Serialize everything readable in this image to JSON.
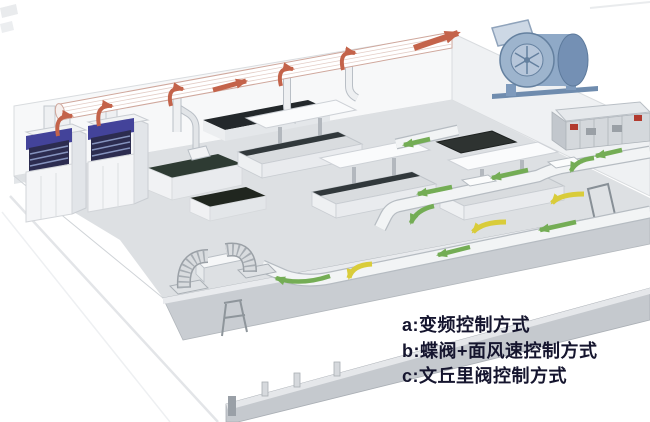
{
  "diagram": {
    "title_visible": false,
    "legend": {
      "items": [
        {
          "key": "a",
          "text": "a:变频控制方式"
        },
        {
          "key": "b",
          "text": "b:蝶阀+面风速控制方式"
        },
        {
          "key": "c",
          "text": "c:文丘里阀控制方式"
        }
      ]
    },
    "colors": {
      "background": "#ffffff",
      "exhaust_arrow": "#c4634a",
      "supply_arrow": "#74ad55",
      "room_air_arrow": "#d9cc3a",
      "fan_body": "#93accc",
      "ahu_body": "#d4d8dc",
      "fume_hood_sash": "#44449a",
      "wall": "#c9cdd2",
      "floor": "#dde0e3",
      "bench_top": "#23282b",
      "legend_text": "#15152e"
    },
    "components": {
      "exhaust_fan": "centrifugal-exhaust-fan",
      "air_handler": "air-handling-unit",
      "fume_hoods": "fume-hoods",
      "exhaust_duct": "main-exhaust-duct",
      "supply_ducts": "supply-air-ducts",
      "lab_benches": "lab-bench-islands",
      "flex_elbows": "corrugated-duct-elbows"
    }
  }
}
